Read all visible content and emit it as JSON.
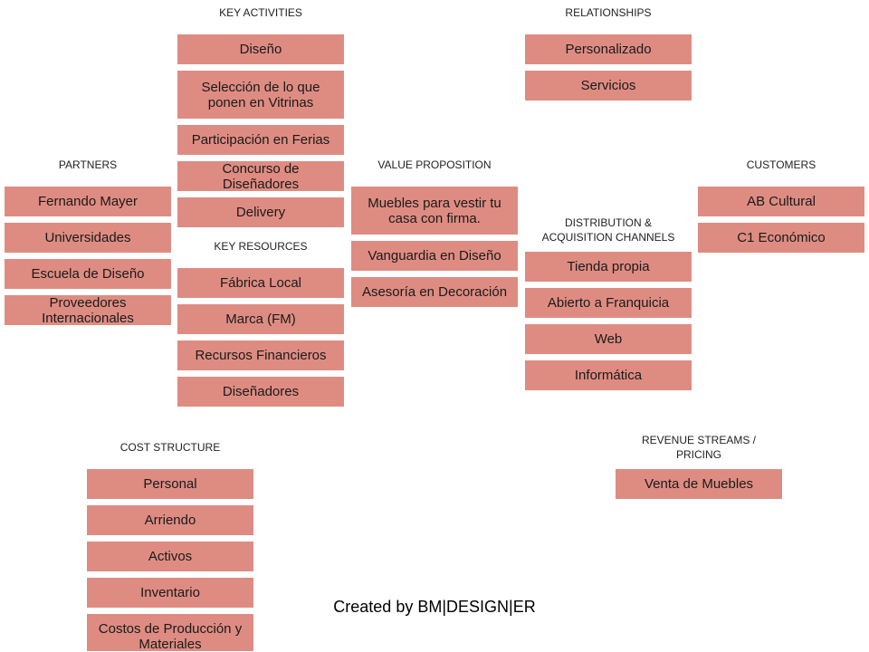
{
  "key_activities": {
    "title": "KEY ACTIVITIES",
    "items": [
      "Diseño",
      "Selección de lo que ponen en Vitrinas",
      "Participación en Ferias",
      "Concurso de Diseñadores",
      "Delivery"
    ]
  },
  "relationships": {
    "title": "RELATIONSHIPS",
    "items": [
      "Personalizado",
      "Servicios"
    ]
  },
  "partners": {
    "title": "PARTNERS",
    "items": [
      "Fernando Mayer",
      "Universidades",
      "Escuela de Diseño",
      "Proveedores Internacionales"
    ]
  },
  "value_proposition": {
    "title": "VALUE PROPOSITION",
    "items": [
      "Muebles para vestir tu casa con firma.",
      "Vanguardia en Diseño",
      "Asesoría en Decoración"
    ]
  },
  "customers": {
    "title": "CUSTOMERS",
    "items": [
      "AB Cultural",
      "C1 Económico"
    ]
  },
  "key_resources": {
    "title": "KEY RESOURCES",
    "items": [
      "Fábrica Local",
      "Marca (FM)",
      "Recursos Financieros",
      "Diseñadores"
    ]
  },
  "channels": {
    "title": "DISTRIBUTION  &\nACQUISITION  CHANNELS",
    "items": [
      "Tienda propia",
      "Abierto a Franquicia",
      "Web",
      "Informática"
    ]
  },
  "cost_structure": {
    "title": "COST  STRUCTURE",
    "items": [
      "Personal",
      "Arriendo",
      "Activos",
      "Inventario",
      "Costos de Producción y Materiales"
    ]
  },
  "revenue_streams": {
    "title": "REVENUE  STREAMS /\nPRICING",
    "items": [
      "Venta de Muebles"
    ]
  },
  "credit": "Created by BM|DESIGN|ER"
}
